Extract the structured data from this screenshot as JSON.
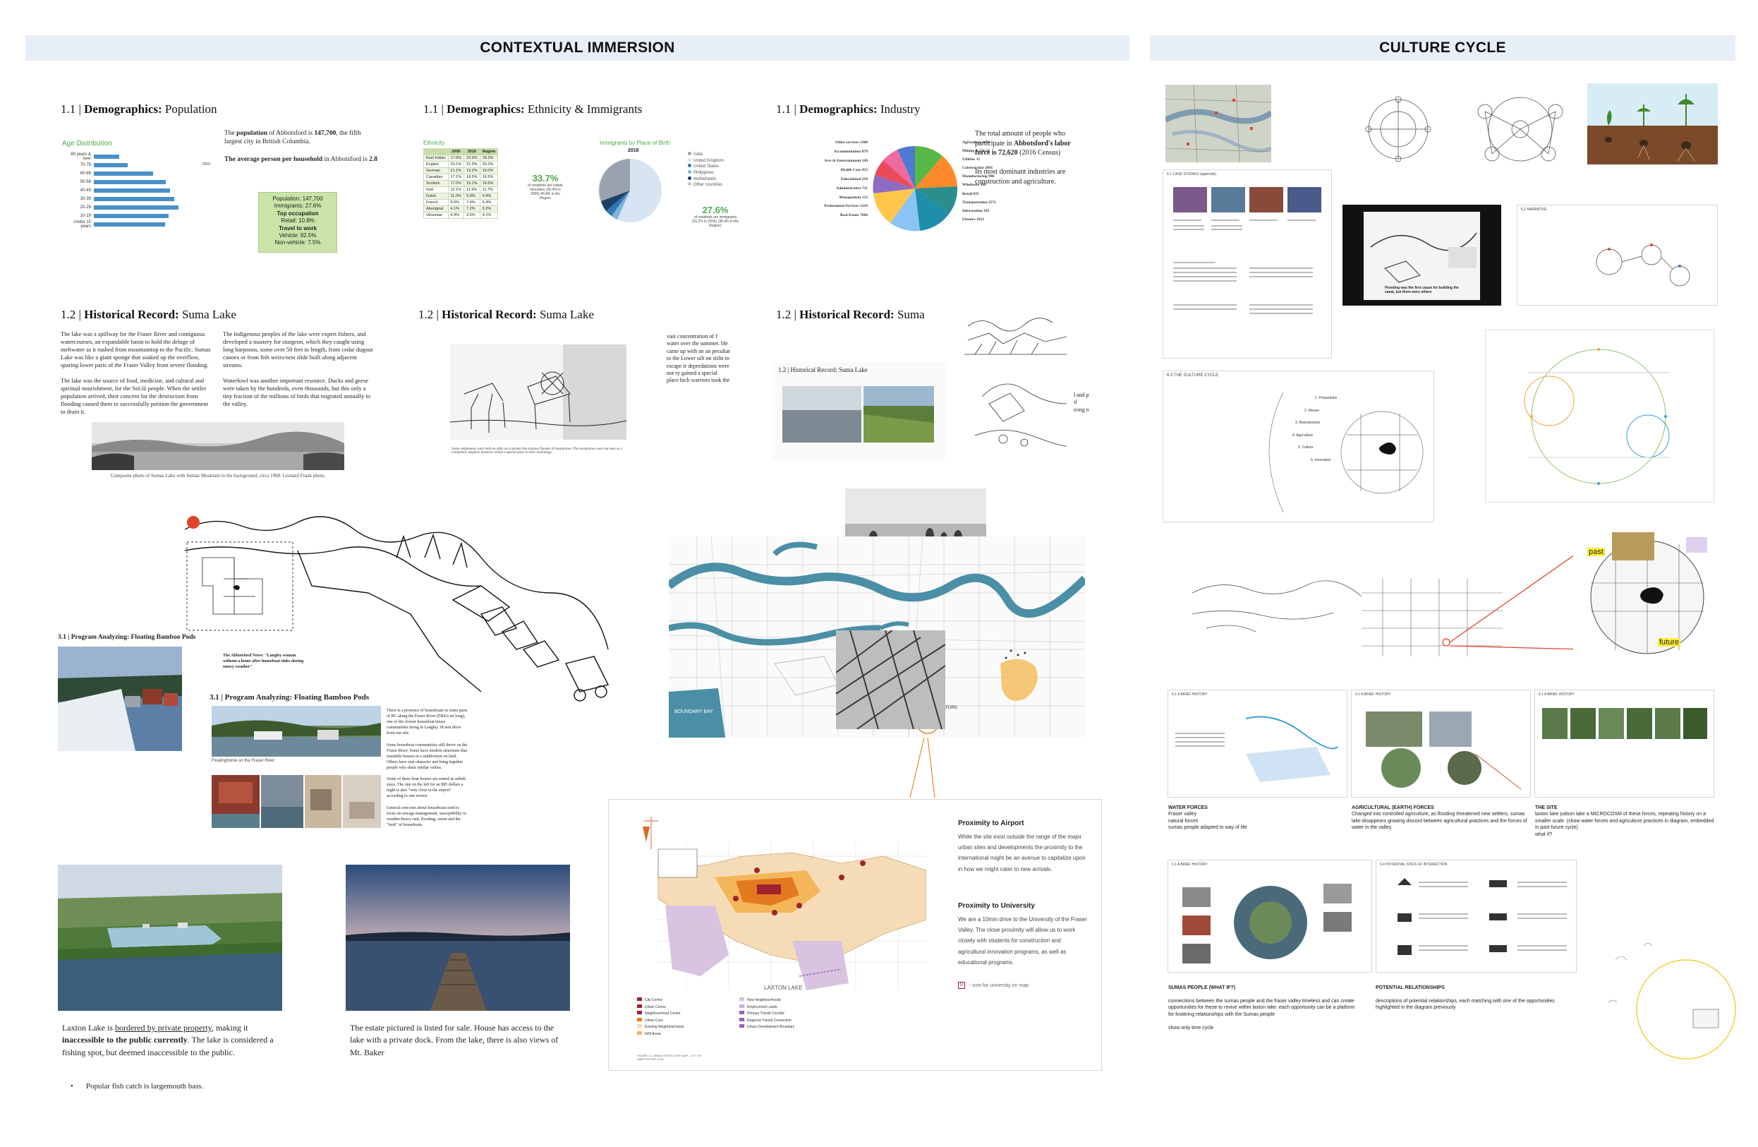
{
  "banners": {
    "left": "CONTEXTUAL IMMERSION",
    "right": "CULTURE CYCLE"
  },
  "population": {
    "num": "1.1 | ",
    "title_bold": "Demographics:",
    "title_rest": " Population",
    "chart_title": "Age Distribution",
    "legend": "2016",
    "age_labels": [
      "80 years & over",
      "70-79",
      "60-69",
      "50-59",
      "40-49",
      "30-39",
      "20-29",
      "10-19",
      "Under 10 years"
    ],
    "text1_pre": "The ",
    "text1_bold": "population",
    "text1_mid": " of Abbotsford is ",
    "text1_num": "147,700",
    "text1_post": ", the fifth largest city in British Columbia.",
    "text2_bold": "The average person per household",
    "text2_post": " in Abbotsford is ",
    "text2_num": "2.8",
    "box_population": "Population: 147,700",
    "box_immigrants": "Immigrants: 27.6%",
    "box_top_occupation": "Top occupation",
    "box_occupation_value": "Retail: 10.8%",
    "box_travel": "Travel to work",
    "box_vehicle": "Vehicle: 92.5%",
    "box_nonvehicle": "Non-vehicle: 7.5%"
  },
  "ethnicity": {
    "num": "1.1 | ",
    "title_bold": "Demographics:",
    "title_rest": " Ethnicity & Immigrants",
    "table_title": "Ethnicity",
    "headers": [
      "",
      "2006",
      "2016",
      "Region"
    ],
    "rows": [
      [
        "East Indian",
        "17.6%",
        "22.9%",
        "18.2%"
      ],
      [
        "English",
        "20.1%",
        "21.9%",
        "20.2%"
      ],
      [
        "German",
        "21.1%",
        "19.2%",
        "19.0%"
      ],
      [
        "Canadian",
        "17.1%",
        "18.5%",
        "16.5%"
      ],
      [
        "Scottish",
        "17.0%",
        "15.1%",
        "16.6%"
      ],
      [
        "Irish",
        "12.1%",
        "11.6%",
        "11.7%"
      ],
      [
        "Dutch",
        "11.0%",
        "9.9%",
        "4.9%"
      ],
      [
        "French",
        "8.0%",
        "7.4%",
        "6.4%"
      ],
      [
        "Aboriginal",
        "4.1%",
        "7.2%",
        "5.2%"
      ],
      [
        "Ukrainian",
        "4.9%",
        "3.5%",
        "4.1%"
      ]
    ],
    "stat1": "33.7%",
    "stat1_text": "of residents are visible minorities (26.4% in 2006) 46.8% in the Region",
    "pie_title": "Immigrants by Place of Birth",
    "pie_year": "2016",
    "pie_legend": [
      "India",
      "United Kingdom",
      "United States",
      "Philippines",
      "Netherlands",
      "Other countries"
    ],
    "stat2": "27.6%",
    "stat2_text": "of residents are immigrants (26.2% in 2006) (38.4% in the Region)"
  },
  "industry": {
    "num": "1.1 | ",
    "title_bold": "Demographics:",
    "title_rest": " Industry",
    "labels_left": [
      "Other services  1308",
      "Accommodation  879",
      "Arts & Entertainment  149",
      "Health Care  953",
      "Educational  218",
      "Administrative  711",
      "Management  153",
      "Professional Services  1229",
      "Real Estate  7604"
    ],
    "labels_right": [
      "Agriculture  1186",
      "Mining & Oil  24",
      "Utilities  15",
      "Construction  2891",
      "Manufacturing  996",
      "Wholesale  988",
      "Retail  835",
      "Transportation  2571",
      "Information  185",
      "Finance  1651"
    ],
    "text1": "The total amount of people who participate in ",
    "text1_bold": "Abbotsford's labor force is 72,620",
    "text1_post": " (2016 Census)",
    "text2": "Its most dominant industries are construction and agriculture."
  },
  "suma1": {
    "num": "1.2 | ",
    "title_bold": "Historical Record:",
    "title_rest": " Suma Lake",
    "col1_p1": "The lake was a spillway for the Fraser River and contiguous watercourses, an expandable basin to hold the deluge of meltwater as it rushed from mountaintop to the Pacific. Sumas Lake was like a giant sponge that soaked up the overflow, sparing lower parts of the Fraser Valley from severe flooding.",
    "col1_p2": "The lake was the source of food, medicine, and cultural and spiritual nourishment, for the Stó:lō people. When the settler population arrived, their concern for the destruction from flooding caused them to successfully petition the government to drain it.",
    "col2_p1": "The Indigenous peoples of the lake were expert fishers, and developed a mastery for sturgeon, which they caught using long harpoons, some over 50 feet in length, from cedar dugout canoes or from fish weirs/nest slide built along adjacent streams.",
    "col2_p2": "Waterfowl was another important resource. Ducks and geese were taken by the hundreds, even thousands, but this only a tiny fraction of the millions of birds that migrated annually to the valley.",
    "caption": "Composite photo of Sumas Lake with Sumas Mountain in the background, circa 1900. Leonard Frank photo."
  },
  "suma2": {
    "num": "1.2 | ",
    "title_bold": "Historical Record:",
    "title_rest": " Suma Lake",
    "caption": "Some settlements were built on stilts on ta protect the summer floodes of mosquitoes. The mosquitoes were not seen as a completely negative presence within a special place in their mythology.",
    "side_text": "vast concentration of f water over the summer. ble came up with an an peculiar to the Lower uilt on stilts to escape ir depredations were not ry gained a special place hich warriors took the"
  },
  "suma3": {
    "num": "1.2 | ",
    "title_bold": "Historical Record:",
    "title_rest": " Suma",
    "inner_title": "1.2 | Historical Record: Suma Lake",
    "side_text": "d and p of aving n"
  },
  "bamboo": {
    "title1": "3.1 | Program Analyzing: Floating Bamboo Pods",
    "quote": "The Abbotsford News: \"Langley woman without a home after houseboat sinks during snowy weather\"",
    "title2": "3.1 | Program Analyzing: Floating Bamboo Pods",
    "photo_caption": "Floatinghome on the Fraser River",
    "text1": "There is a presence of houseboats in some parts of BC along the Fraser River (FR4.6 mi long), one of the closest houseboat house communities being in Langley 38 min drive from our site.",
    "text2": "Some houseboat communities still thrive on the Fraser River. Some have modern structures that resemble houses in a subdivision on land. Others have real character and bring together people who share similar values.",
    "text3": "Some of these boat houses are rented as airbnb stays. The one on the left for an $85 dollars a night is also \"very close to the airport\" according to one review.",
    "text4": "General concerns about houseboats tend to focus on sewage management, susceptibility to weather/heavy rain, flooding, storm and the \"look\" of houseboats."
  },
  "map": {
    "boundary_bay": "BOUNDARY BAY",
    "abbotsford": "ABBOTSFORD",
    "laxton": "LAXTON LAKE",
    "legend": [
      "City Centre",
      "Urban Centre",
      "Neighbourhood Centre",
      "Urban Core",
      "Existing Neighbourhoods",
      "Infill Areas",
      "New Neighbourhoods",
      "Employment Lands",
      "Primary Transit Corridor",
      "Regional Transit Connection",
      "Urban Development Boundary"
    ],
    "figure_note": "FIGURE 1.1 URBAN STRUCTURE MAP - CITY OF ABBOTSFORD 2016"
  },
  "proximity": {
    "airport_title": "Proximity to Airport",
    "airport_text": "While the site exist outside the range of the major urban sites and developments the proximity to the international might be an avenue to capitalize upon in how we might cater to new arrivals.",
    "university_title": "Proximity to University",
    "university_text": "We are a 10min drive to the University of the Fraser Valley. The close proximity will allow us to work closely with students for construction and agricultural innovation programs, as well as educational programs.",
    "icon_note": "- icon for university on map"
  },
  "laxton": {
    "pre": "Laxton Lake is ",
    "underlined": "bordered by private property",
    "mid": ", making it ",
    "bold": "inaccessible to the public currently",
    "post": ". The lake is considered a fishing spot, but deemed inaccessible to the public.",
    "bullet": "Popular fish catch is largemouth bass."
  },
  "estate": {
    "text": "The estate pictured is listed for sale. House has access to the lake with a private dock. From the lake, there is also views of Mt. Baker"
  },
  "culture": {
    "case_title": "6.1 CASE STUDIES (appendix)",
    "culture_cycle": "6.3 THE CULTURE CYCLE",
    "narrative": "6.2 NARRATIVE",
    "cycle_steps": [
      "1. Preparation",
      "2. Weave",
      "3. Reproduction",
      "4. Agriculture",
      "5. Culture",
      "6. Innovation"
    ],
    "flood_text": "Flooding was the first cause for building the canal, but there were others",
    "past": "past",
    "future": "future",
    "brief_history": "6.1 A BRIEF HISTORY",
    "water_title": "WATER FORCES",
    "water_lines": [
      "Fraser valley",
      "natural forces",
      "sumas people adapted to way of life"
    ],
    "agri_title": "AGRICULTURAL (EARTH) FORCES",
    "agri_text": "Changed into controlled agriculture, as flooding threatened new settlers, sumas lake disappears growing discord between agricultural practices and the forces of water in the valley.",
    "site_title": "THE SITE",
    "site_text": "laxton lake judson lake a MICROCOSM of these forces, repeating history on a smaller scale. (show water forces and agriculture practices in diagram, embedded in past future cycle)",
    "site_q": "what if?",
    "potential_sites": "6.4 POTENTIAL SITES OF INTERACTION",
    "sumas_title": "SUMAS PEOPLE (WHAT IF?)",
    "sumas_text": "connections between the sumas people and the fraser valley timeless and can create opportunities for these to revive within laxton lake. each opportunity can be a platform for fostering relationships with the Sumas people",
    "sumas_note": "show only time cycle",
    "relation_title": "POTENTIAL RELATIONSHIPS",
    "relation_text": "descriptions of potential relationships, each matching with one of the opportunities highlighted in the diagram previously"
  },
  "colors": {
    "banner_bg": "#e8eef8",
    "river": "#4a8fa6",
    "accent_orange": "#e58a2a",
    "bar_blue": "#4a90c8",
    "green_box": "#c9e3a8",
    "red_line": "#e0452c"
  }
}
